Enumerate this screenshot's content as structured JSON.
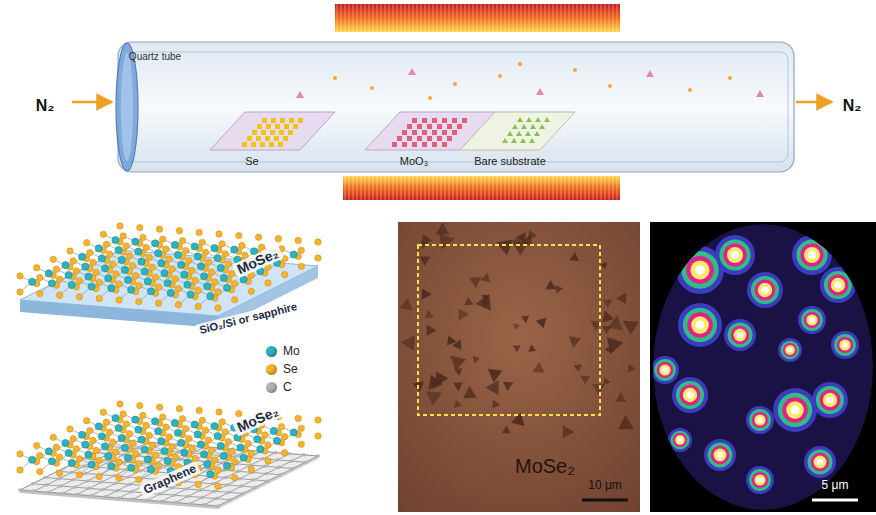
{
  "diagram": {
    "labels": [
      "Quartz tube",
      "N₂",
      "N₂",
      "Se",
      "MoO₃",
      "Bare substrate",
      "MoSe₂",
      "SiO₂/Si or sapphire",
      "MoSe₂",
      "Graphene",
      "MoSe₂",
      "10 μm",
      "5 μm"
    ],
    "legend": [
      {
        "text": "Mo",
        "color": "#2bb3c0"
      },
      {
        "text": "Se",
        "color": "#f7b32b"
      },
      {
        "text": "C",
        "color": "#b4b4b4"
      }
    ]
  }
}
